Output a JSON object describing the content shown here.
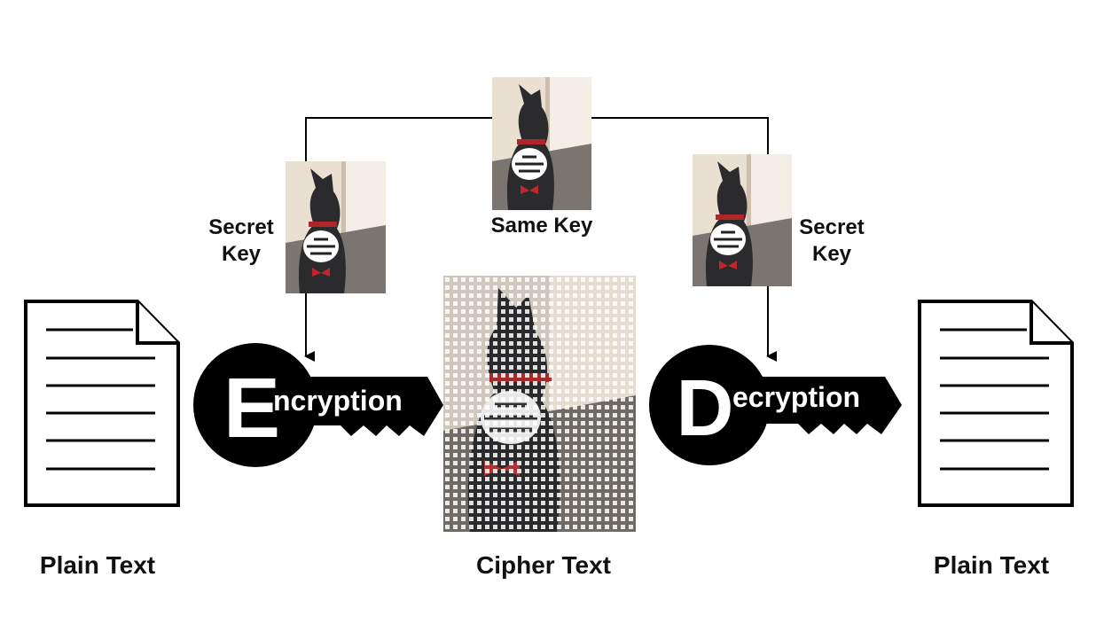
{
  "labels": {
    "plain_text_left": "Plain Text",
    "cipher_text": "Cipher Text",
    "plain_text_right": "Plain Text",
    "secret_key_left": "Secret\nKey",
    "same_key": "Same Key",
    "secret_key_right": "Secret\nKey"
  },
  "keys": {
    "encryption_initial": "E",
    "encryption_rest": "ncryption",
    "decryption_initial": "D",
    "decryption_rest": "ecryption"
  },
  "icons": {
    "document": "document-icon",
    "key_image": "cat-photo-key",
    "cipher_image": "scrambled-cat-photo"
  },
  "colors": {
    "ink": "#000000",
    "text": "#111111",
    "background": "#ffffff"
  }
}
